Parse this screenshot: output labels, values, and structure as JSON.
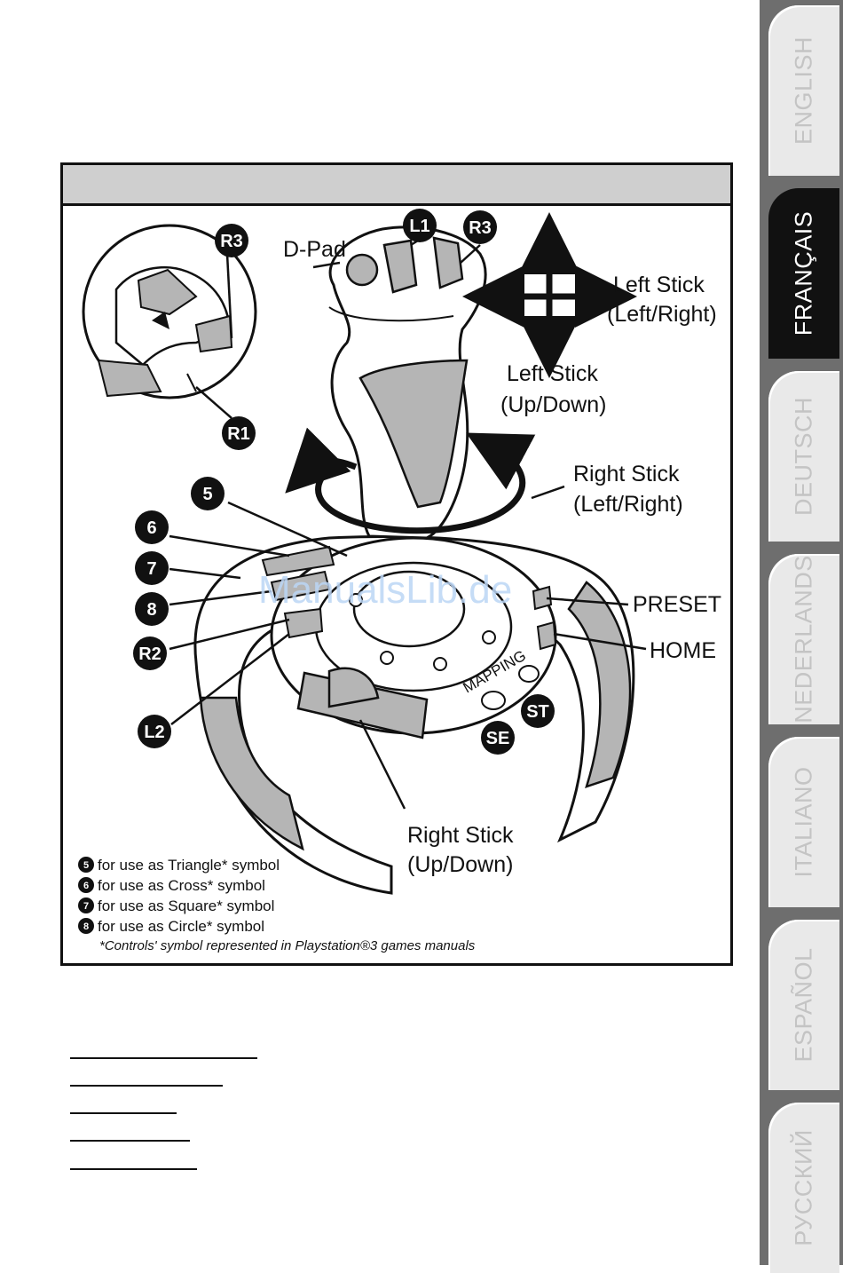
{
  "language_tabs": [
    {
      "label": "ENGLISH",
      "active": false
    },
    {
      "label": "FRANÇAIS",
      "active": true
    },
    {
      "label": "DEUTSCH",
      "active": false
    },
    {
      "label": "NEDERLANDS",
      "active": false
    },
    {
      "label": "ITALIANO",
      "active": false
    },
    {
      "label": "ESPAÑOL",
      "active": false
    },
    {
      "label": "РУССКИЙ",
      "active": false
    }
  ],
  "figure": {
    "callouts": {
      "dpad": "D-Pad",
      "left_stick_lr_1": "Left Stick",
      "left_stick_lr_2": "(Left/Right)",
      "left_stick_ud_1": "Left Stick",
      "left_stick_ud_2": "(Up/Down)",
      "right_stick_lr_1": "Right Stick",
      "right_stick_lr_2": "(Left/Right)",
      "preset": "PRESET",
      "home": "HOME",
      "right_stick_ud_1": "Right Stick",
      "right_stick_ud_2": "(Up/Down)",
      "mapping": "MAPPING"
    },
    "badges": {
      "r3_inset": "R3",
      "r1": "R1",
      "l1": "L1",
      "r3": "R3",
      "b5": "5",
      "b6": "6",
      "b7": "7",
      "b8": "8",
      "r2": "R2",
      "l2": "L2",
      "se": "SE",
      "st": "ST"
    },
    "legend": [
      {
        "num": "5",
        "text": "for use as Triangle* symbol"
      },
      {
        "num": "6",
        "text": "for use as Cross* symbol"
      },
      {
        "num": "7",
        "text": "for use as Square* symbol"
      },
      {
        "num": "8",
        "text": "for use as Circle* symbol"
      }
    ],
    "footnote": "*Controls' symbol represented in Playstation®3 games manuals",
    "watermark": "ManualsLib.de"
  },
  "colors": {
    "tab_strip": "#6e6e6e",
    "tab_inactive": "#e9e9e9",
    "tab_active": "#111111",
    "header_band": "#cfcfcf",
    "part_grey": "#b5b5b5"
  }
}
